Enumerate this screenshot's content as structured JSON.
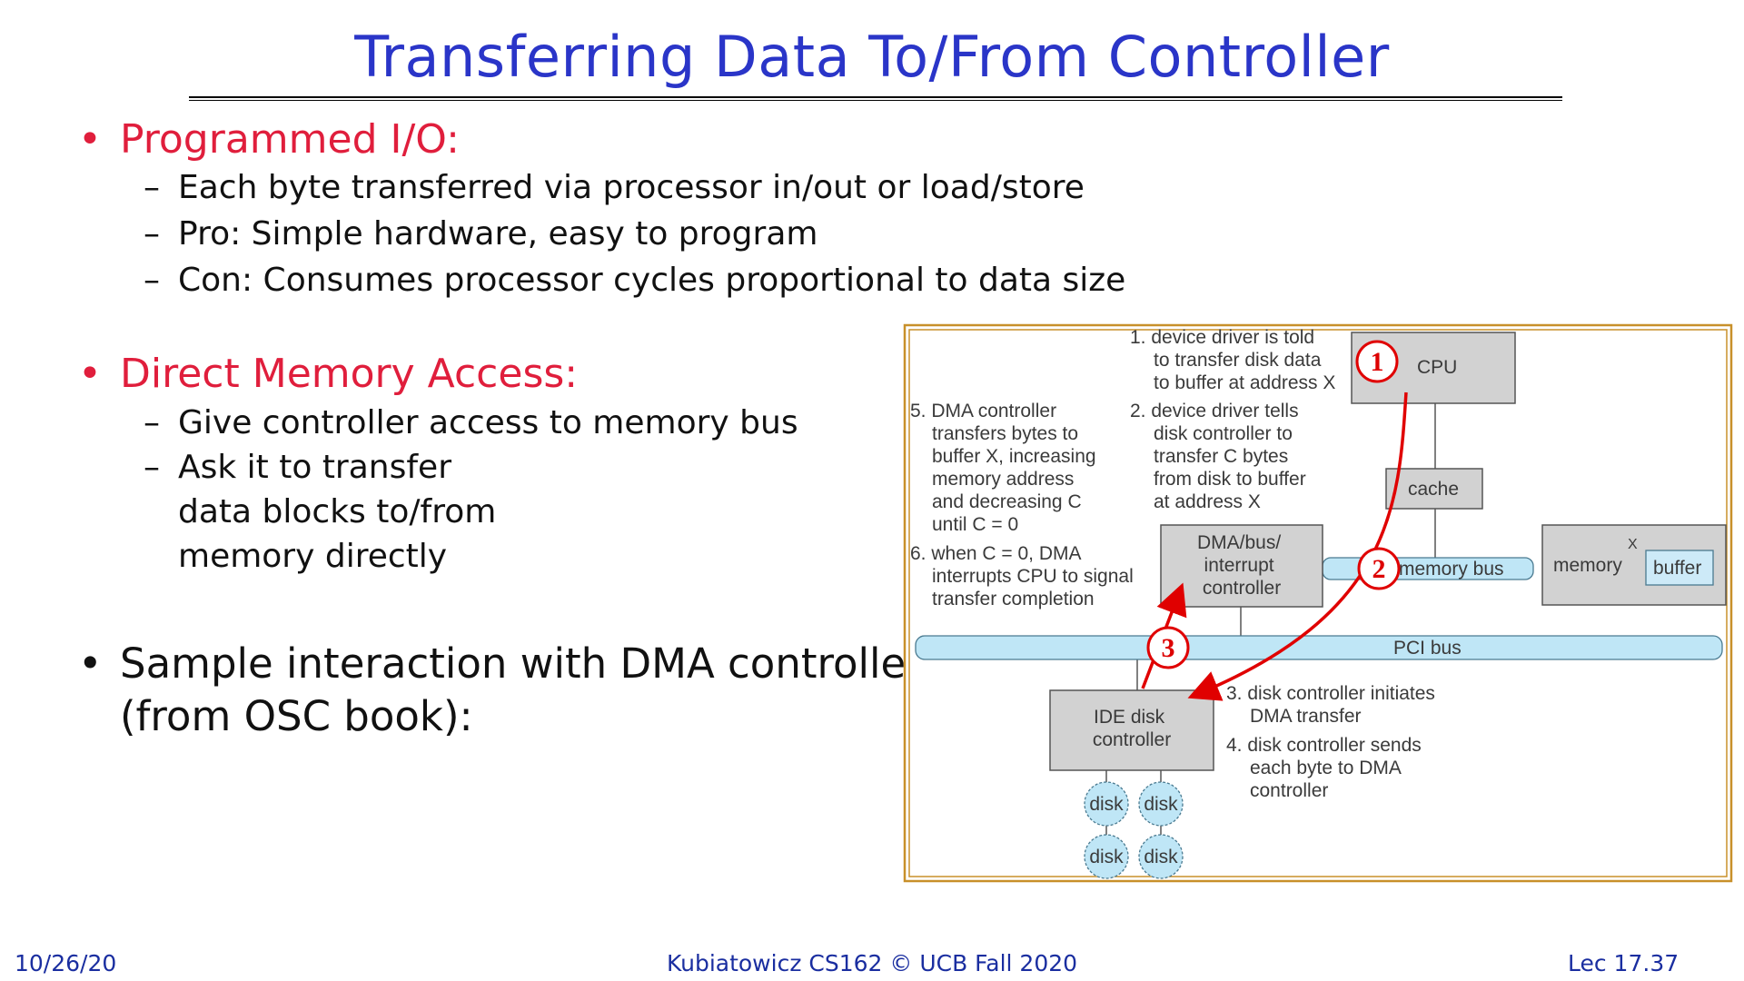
{
  "title": "Transferring Data To/From Controller",
  "sections": [
    {
      "heading": "Programmed I/O:",
      "items": [
        "Each byte transferred via processor in/out or load/store",
        "Pro: Simple hardware, easy to program",
        "Con: Consumes processor cycles proportional to data size"
      ]
    },
    {
      "heading": "Direct Memory Access:",
      "items": [
        "Give controller access to memory bus",
        "Ask it to transfer",
        "data blocks to/from",
        "memory directly"
      ]
    }
  ],
  "sample": {
    "line1": "Sample interaction with DMA controller",
    "line2": "(from OSC book):"
  },
  "bullet_glyph": "•",
  "dash_glyph": "–",
  "diagram": {
    "step1": [
      "1. device driver is told",
      "to transfer disk data",
      "to buffer at address X"
    ],
    "step2": [
      "2. device driver tells",
      "disk controller to",
      "transfer C bytes",
      "from disk to buffer",
      "at address X"
    ],
    "step3": [
      "3. disk controller initiates",
      "DMA transfer"
    ],
    "step4": [
      "4. disk controller sends",
      "each byte to DMA",
      "controller"
    ],
    "step5": [
      "5. DMA controller",
      "transfers bytes to",
      "buffer X, increasing",
      "memory address",
      "and decreasing C",
      "until C = 0"
    ],
    "step6": [
      "6. when C = 0, DMA",
      "interrupts CPU to signal",
      "transfer completion"
    ],
    "cpu": "CPU",
    "cache": "cache",
    "dma": [
      "DMA/bus/",
      "interrupt",
      "controller"
    ],
    "memory_bus": "memory bus",
    "memory": "memory",
    "x": "X",
    "buffer": "buffer",
    "pci_bus": "PCI bus",
    "ide": [
      "IDE disk",
      "controller"
    ],
    "disk": "disk",
    "markers": [
      "1",
      "2",
      "3"
    ],
    "colors": {
      "arrow": "#e00000",
      "bus": "#bfe6f6",
      "box": "#d2d2d2",
      "frame": "#c8902a"
    }
  },
  "footer": {
    "date": "10/26/20",
    "center": "Kubiatowicz CS162 © UCB Fall 2020",
    "page": "Lec 17.37"
  }
}
